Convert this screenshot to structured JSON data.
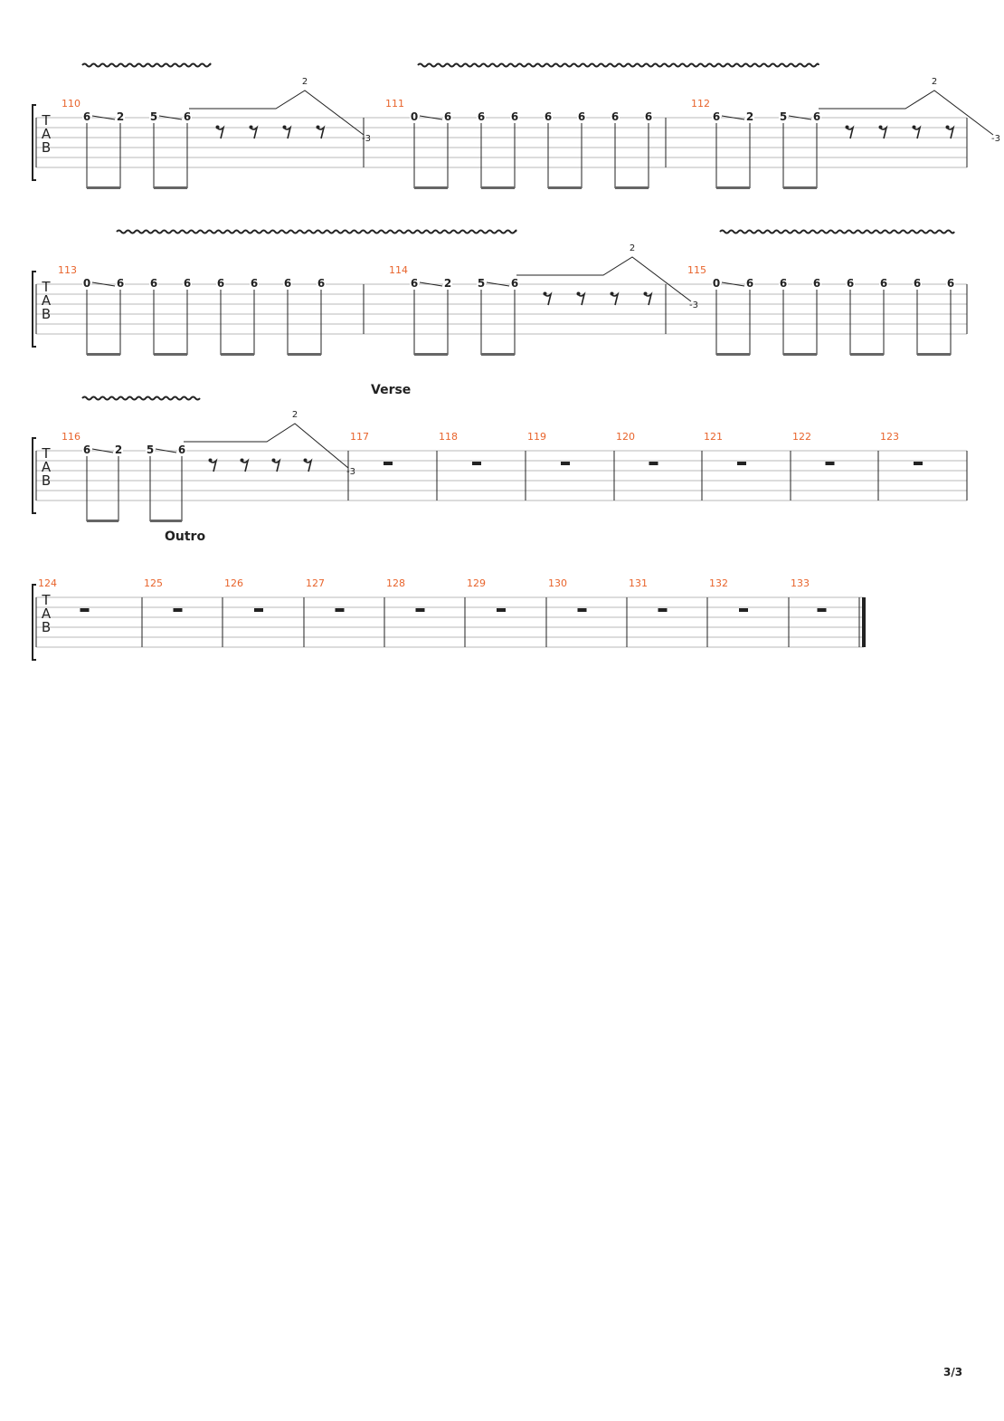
{
  "page": {
    "page_number": "3/3",
    "clef_letters": [
      "T",
      "A",
      "B"
    ]
  },
  "colors": {
    "bar_number": "#e8642c",
    "staff_line": "#b8b8b8",
    "ink": "#222222"
  },
  "sections": [
    {
      "system": 2,
      "label": "Verse"
    },
    {
      "system": 3,
      "label": "Outro"
    }
  ],
  "systems": [
    {
      "measures": [
        {
          "number": "110",
          "type": "pattern_a"
        },
        {
          "number": "111",
          "type": "pattern_b"
        },
        {
          "number": "112",
          "type": "pattern_a"
        }
      ]
    },
    {
      "measures": [
        {
          "number": "113",
          "type": "pattern_b"
        },
        {
          "number": "114",
          "type": "pattern_a"
        },
        {
          "number": "115",
          "type": "pattern_b"
        }
      ]
    },
    {
      "measures": [
        {
          "number": "116",
          "type": "pattern_a"
        },
        {
          "number": "117",
          "type": "rest"
        },
        {
          "number": "118",
          "type": "rest"
        },
        {
          "number": "119",
          "type": "rest"
        },
        {
          "number": "120",
          "type": "rest"
        },
        {
          "number": "121",
          "type": "rest"
        },
        {
          "number": "122",
          "type": "rest"
        },
        {
          "number": "123",
          "type": "rest"
        }
      ]
    },
    {
      "measures": [
        {
          "number": "124",
          "type": "rest"
        },
        {
          "number": "125",
          "type": "rest"
        },
        {
          "number": "126",
          "type": "rest"
        },
        {
          "number": "127",
          "type": "rest"
        },
        {
          "number": "128",
          "type": "rest"
        },
        {
          "number": "129",
          "type": "rest"
        },
        {
          "number": "130",
          "type": "rest"
        },
        {
          "number": "131",
          "type": "rest"
        },
        {
          "number": "132",
          "type": "rest"
        },
        {
          "number": "133",
          "type": "rest"
        }
      ]
    }
  ],
  "patterns": {
    "pattern_a": {
      "frets": [
        "6",
        "2",
        "5",
        "6"
      ],
      "bend_value": "2",
      "release_value": "-3"
    },
    "pattern_b": {
      "frets": [
        "0",
        "6",
        "6",
        "6",
        "6",
        "6",
        "6",
        "6"
      ]
    }
  }
}
